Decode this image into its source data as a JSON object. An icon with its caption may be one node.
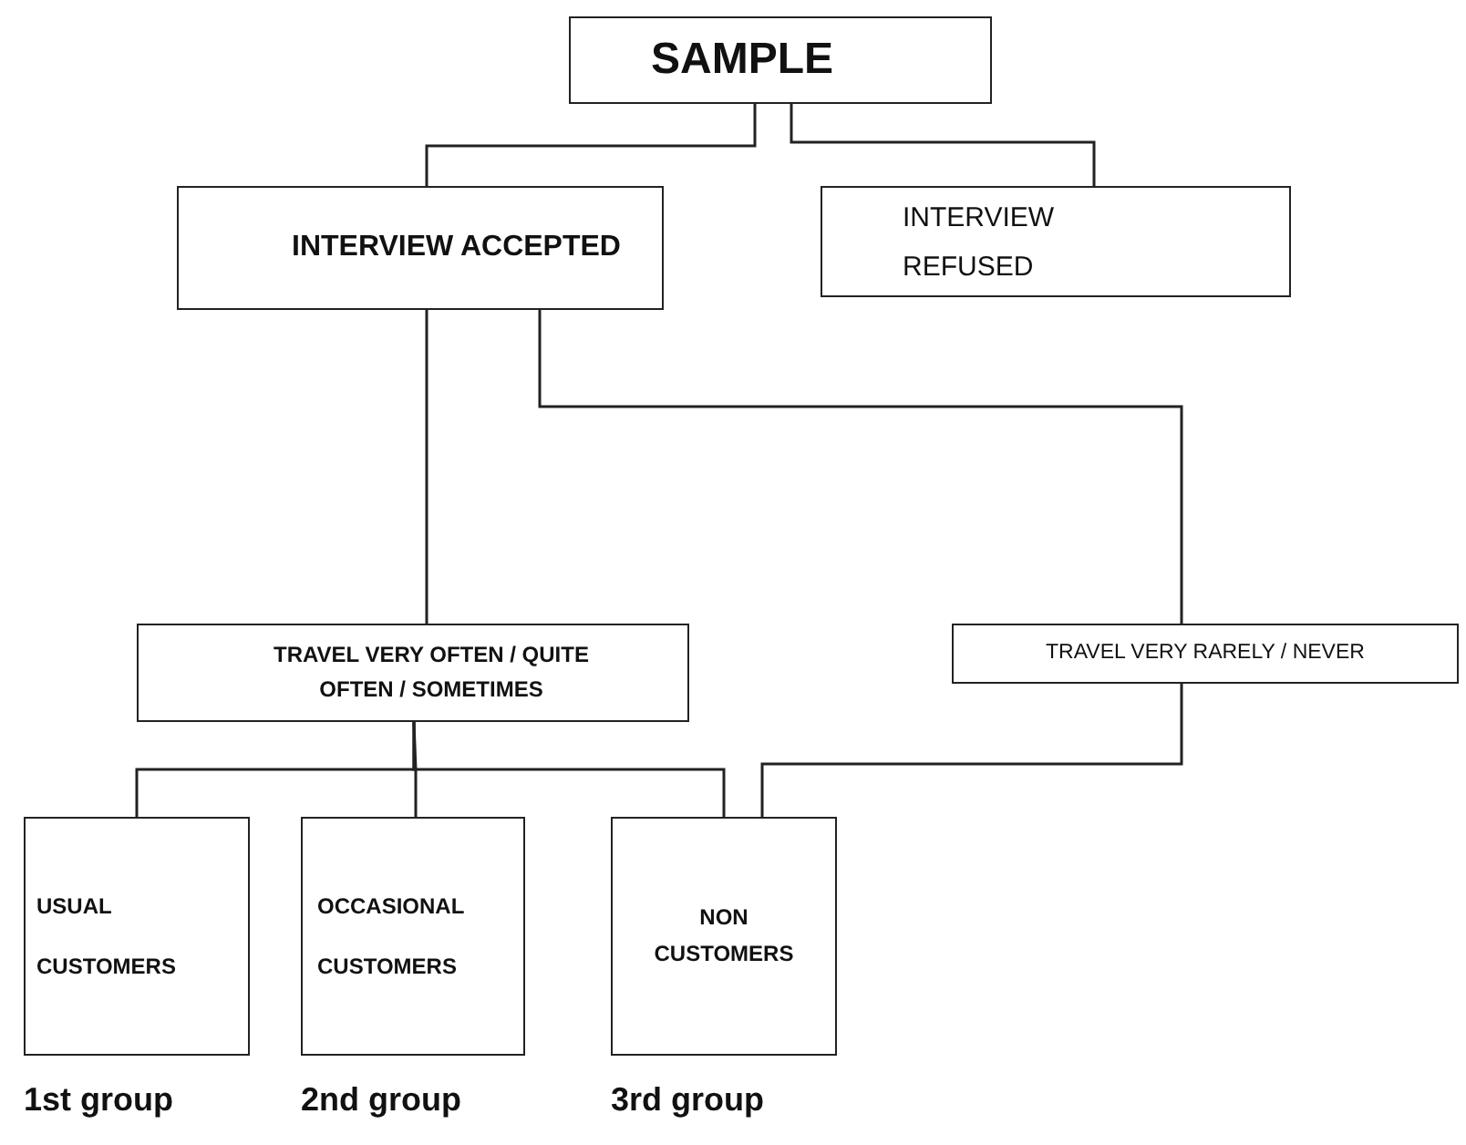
{
  "diagram": {
    "nodes": [
      {
        "text": [
          "SAMPLE"
        ]
      },
      {
        "text": [
          "INTERVIEW ACCEPTED"
        ]
      },
      {
        "text": [
          "INTERVIEW REFUSED"
        ]
      },
      {
        "text": [
          "TRAVEL VERY OFTEN / QUITE OFTEN / SOMETIMES"
        ]
      },
      {
        "text": [
          "TRAVEL VERY RARELY / NEVER"
        ]
      },
      {
        "text": [
          "USUAL CUSTOMERS"
        ],
        "beside": [
          "1st group"
        ]
      },
      {
        "text": [
          "OCCASIONAL CUSTOMERS"
        ],
        "beside": [
          "2nd group"
        ]
      },
      {
        "text": [
          "NON CUSTOMERS"
        ],
        "beside": [
          "3rd group"
        ]
      }
    ],
    "edges": [
      {
        "from": 0,
        "to": 1,
        "arrow": "none"
      },
      {
        "from": 0,
        "to": 2,
        "arrow": "none"
      },
      {
        "from": 1,
        "to": 3,
        "arrow": "none"
      },
      {
        "from": 1,
        "to": 4,
        "arrow": "none"
      },
      {
        "from": 3,
        "to": 5,
        "arrow": "none"
      },
      {
        "from": 3,
        "to": 6,
        "arrow": "none"
      },
      {
        "from": 3,
        "to": 7,
        "arrow": "none"
      },
      {
        "from": 4,
        "to": 7,
        "arrow": "none"
      }
    ]
  }
}
